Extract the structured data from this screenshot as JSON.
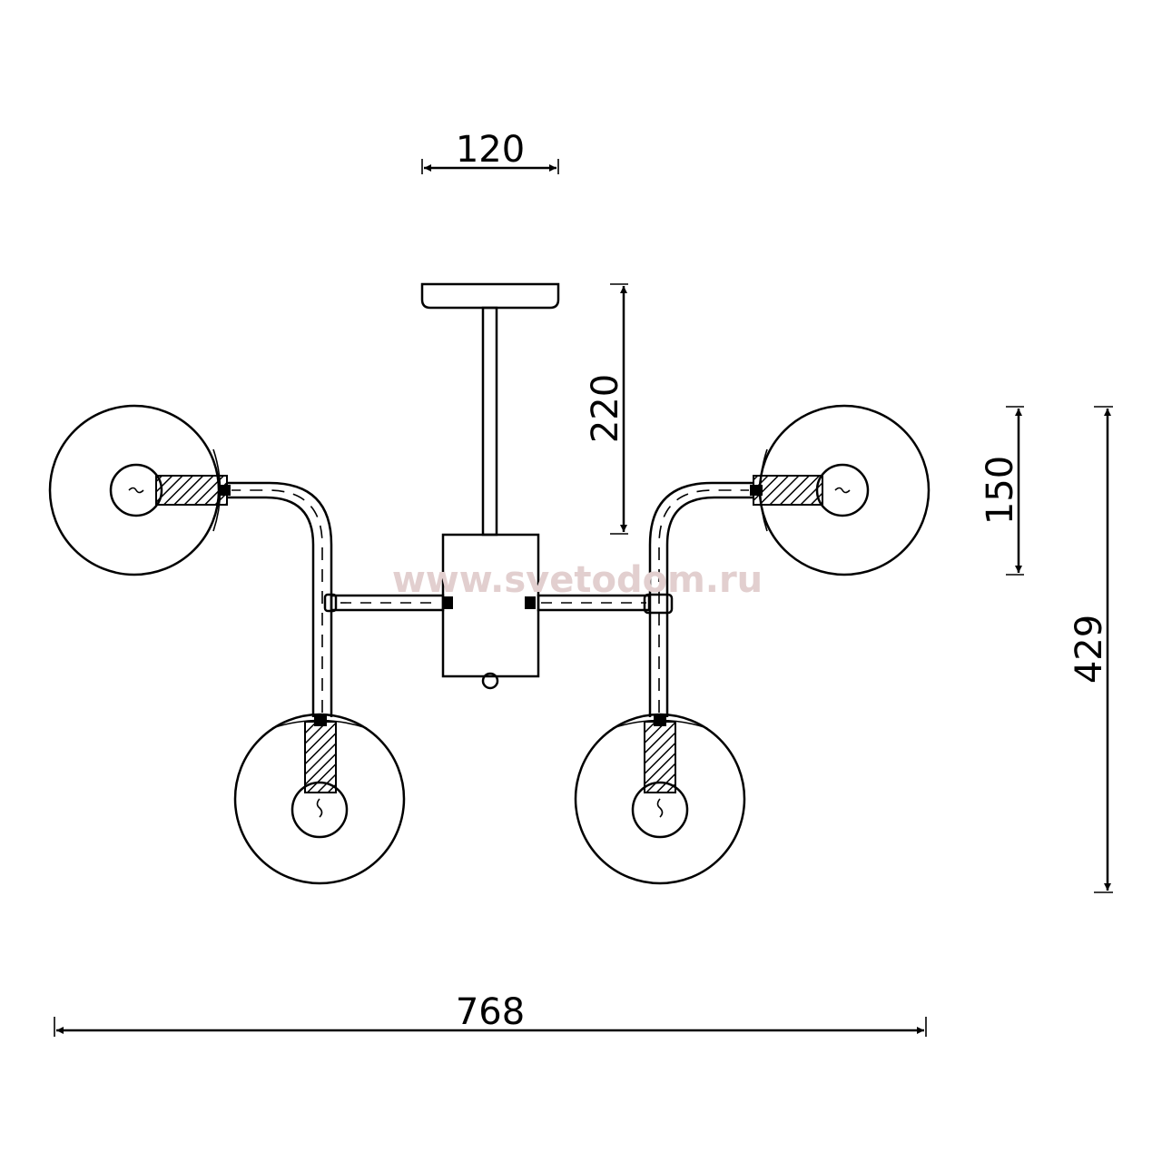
{
  "dimensions": {
    "canopy_width": "120",
    "suspension_height": "220",
    "globe_height": "150",
    "total_height": "429",
    "total_width": "768"
  },
  "watermark": "www.svetodom.ru",
  "colors": {
    "line": "#000000",
    "watermark": "#e2cfcf"
  }
}
